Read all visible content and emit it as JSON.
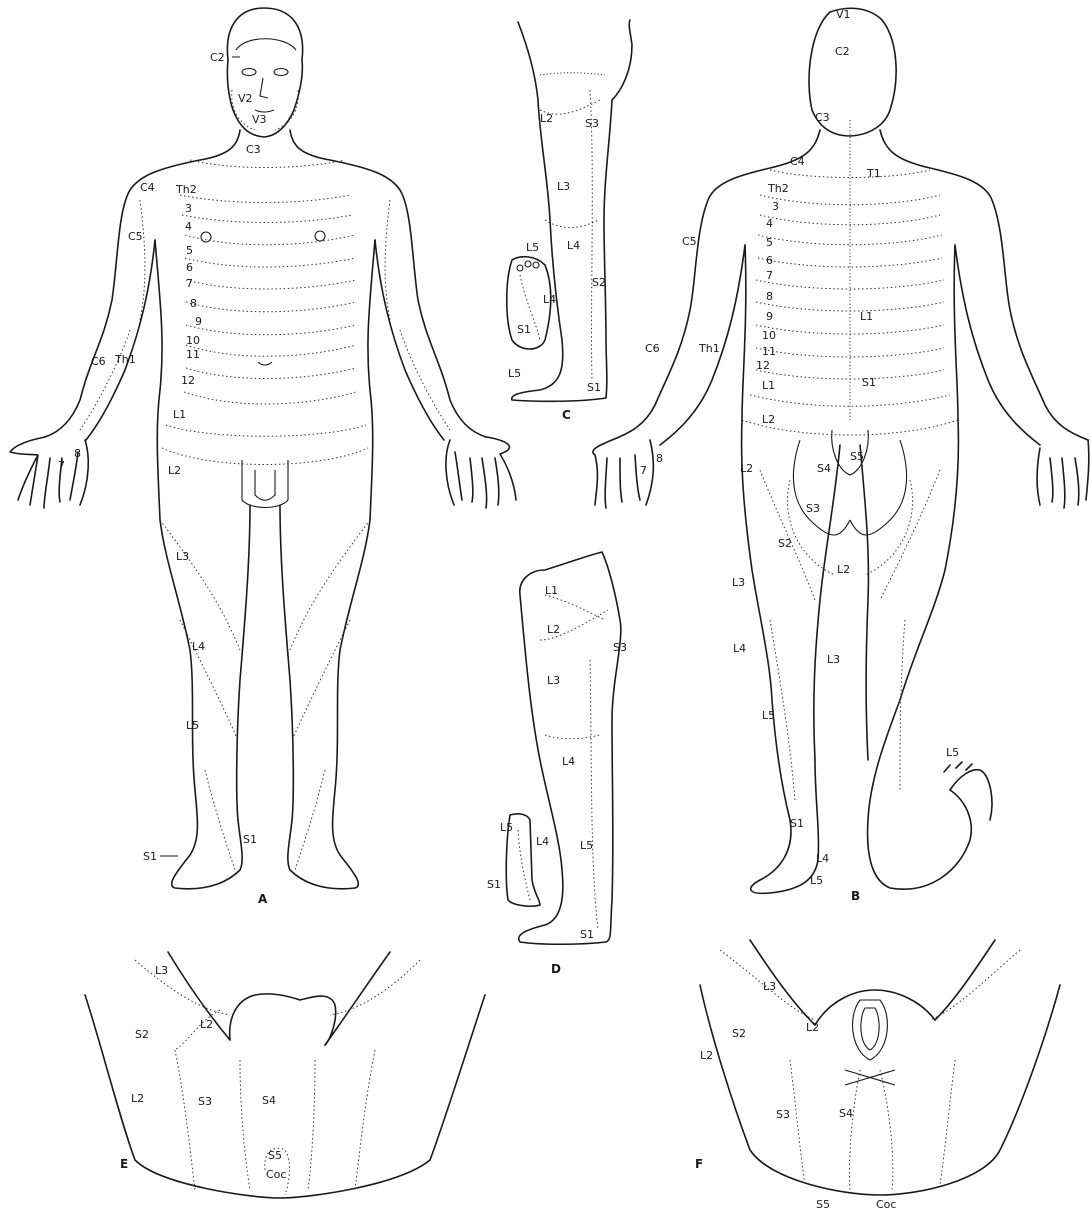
{
  "figure_labels": {
    "A": "A",
    "B": "B",
    "C": "C",
    "D": "D",
    "E": "E",
    "F": "F"
  },
  "front": {
    "c2": "C2",
    "v2": "V2",
    "v3": "V3",
    "c3": "C3",
    "c4": "C4",
    "c5": "C5",
    "c6": "C6",
    "th2": "Th2",
    "n3": "3",
    "n4": "4",
    "n5": "5",
    "n6": "6",
    "n7": "7",
    "n8": "8",
    "n9": "9",
    "n10": "10",
    "n11": "11",
    "n12": "12",
    "th1": "Th1",
    "l1": "L1",
    "l2": "L2",
    "l3": "L3",
    "l4": "L4",
    "l5": "L5",
    "hand7": "7",
    "hand8": "8",
    "s1_left": "S1",
    "s1_right": "S1"
  },
  "back": {
    "v1": "V1",
    "c2": "C2",
    "c3": "C3",
    "c4": "C4",
    "c5": "C5",
    "c6": "C6",
    "th1": "Th1",
    "t1": "T1",
    "th2": "Th2",
    "n3": "3",
    "n4": "4",
    "n5": "5",
    "n6": "6",
    "n7": "7",
    "n8": "8",
    "n9": "9",
    "n10": "10",
    "n11": "11",
    "n12": "12",
    "l1_lumbar": "L1",
    "l1_spine": "L1",
    "s1_spine": "S1",
    "l2_a": "L2",
    "l2_b": "L2",
    "s2": "S2",
    "s3": "S3",
    "s4": "S4",
    "s5": "S5",
    "l2_leg": "L2",
    "l3": "L3",
    "l3_leg": "L3",
    "l4": "L4",
    "l5": "L5",
    "s1_heel": "S1",
    "l4_foot": "L4",
    "l5_foot": "L5",
    "l5_raised": "L5",
    "hand7": "7",
    "hand8": "8"
  },
  "lateral_c": {
    "l2": "L2",
    "s3": "S3",
    "l3": "L3",
    "l4": "L4",
    "s2": "S2",
    "l5_foot": "L5",
    "l4_foot": "L4",
    "s1_foot": "S1",
    "l5_heel": "L5",
    "s1_heel": "S1"
  },
  "lateral_d": {
    "l1": "L1",
    "l2": "L2",
    "s3": "S3",
    "l3": "L3",
    "l4": "L4",
    "l5": "L5",
    "l5_foot": "L5",
    "l4_foot": "L4",
    "s1_foot": "S1",
    "s1_heel": "S1"
  },
  "perineum_e": {
    "l3": "L3",
    "l2_top": "L2",
    "s2": "S2",
    "l2": "L2",
    "s3": "S3",
    "s4": "S4",
    "s5": "S5",
    "coc": "Coc"
  },
  "perineum_f": {
    "l3": "L3",
    "l2_top": "L2",
    "s2": "S2",
    "l2": "L2",
    "s3": "S3",
    "s4": "S4",
    "s5": "S5",
    "coc": "Coc"
  }
}
